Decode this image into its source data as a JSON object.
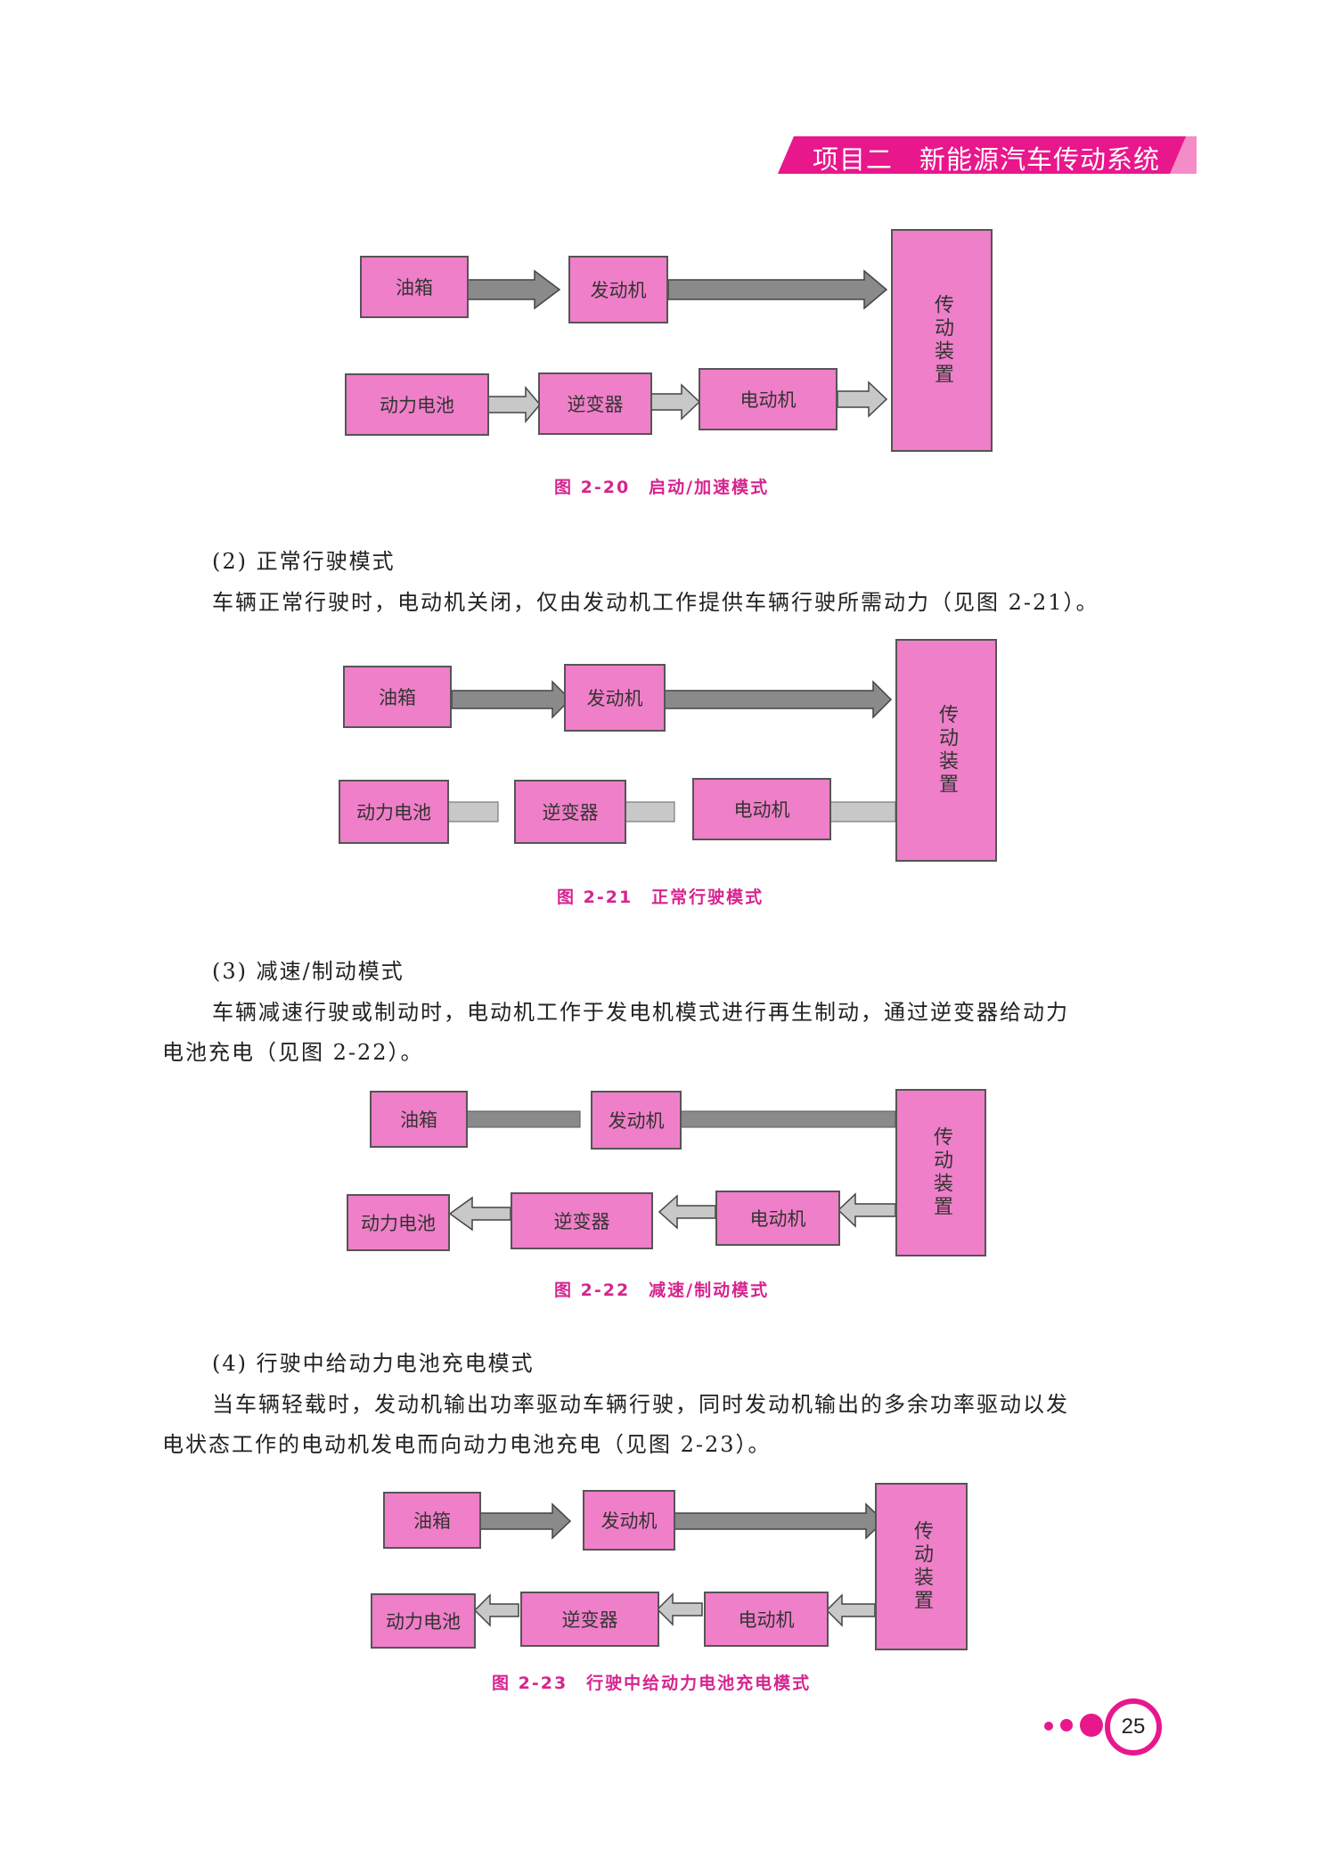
{
  "header": {
    "title": "项目二　新能源汽车传动系统",
    "band_color": "#e8178c",
    "band_light_color": "#f48cc8"
  },
  "labels": {
    "tank": "油箱",
    "engine": "发动机",
    "battery": "动力电池",
    "inverter": "逆变器",
    "motor": "电动机",
    "transmission": "传动装置"
  },
  "figures": [
    {
      "caption": "图 2-20　启动/加速模式"
    },
    {
      "caption": "图 2-21　正常行驶模式"
    },
    {
      "caption": "图 2-22　减速/制动模式"
    },
    {
      "caption": "图 2-23　行驶中给动力电池充电模式"
    }
  ],
  "text": {
    "s2_heading": "(2) 正常行驶模式",
    "s2_body": "车辆正常行驶时，电动机关闭，仅由发动机工作提供车辆行驶所需动力（见图 2-21）。",
    "s3_heading": "(3) 减速/制动模式",
    "s3_body_1": "车辆减速行驶或制动时，电动机工作于发电机模式进行再生制动，通过逆变器给动力",
    "s3_body_2": "电池充电（见图 2-22）。",
    "s4_heading": "(4) 行驶中给动力电池充电模式",
    "s4_body_1": "当车辆轻载时，发动机输出功率驱动车辆行驶，同时发动机输出的多余功率驱动以发",
    "s4_body_2": "电状态工作的电动机发电而向动力电池充电（见图 2-23）。"
  },
  "page": {
    "number": "25"
  },
  "colors": {
    "box_fill": "#ef7fc8",
    "caption": "#d6248f",
    "arrow_dark": "#8a8a8a",
    "arrow_light": "#c8c8c8"
  }
}
